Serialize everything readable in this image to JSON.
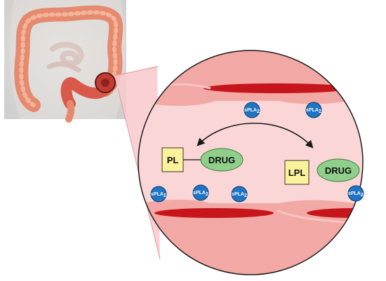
{
  "diagram": {
    "labels": {
      "pl": "PL",
      "lpl": "LPL",
      "drug_left": "DRUG",
      "drug_right": "DRUG",
      "enzyme": "sPLA",
      "enzyme_subscript": "2"
    },
    "enzymes": [
      {
        "id": "top-1"
      },
      {
        "id": "top-2"
      },
      {
        "id": "bottom-1"
      },
      {
        "id": "bottom-2"
      },
      {
        "id": "bottom-3"
      },
      {
        "id": "bottom-4"
      }
    ],
    "colors": {
      "lumen": "#fbd6d6",
      "wall": "#f2a8a4",
      "vessel": "#c6161c",
      "enzyme": "#1f74c4",
      "drug": "#8fcf8b",
      "phospholipid_box": "#fbf29c",
      "zoom_cone": "#f8c9cc",
      "tissue_photo": "#dedede"
    },
    "icons": {
      "anatomy": "colon-anatomy-illustration",
      "magnifier": "zoom-circle",
      "arrow": "double-headed-curved-arrow"
    }
  }
}
